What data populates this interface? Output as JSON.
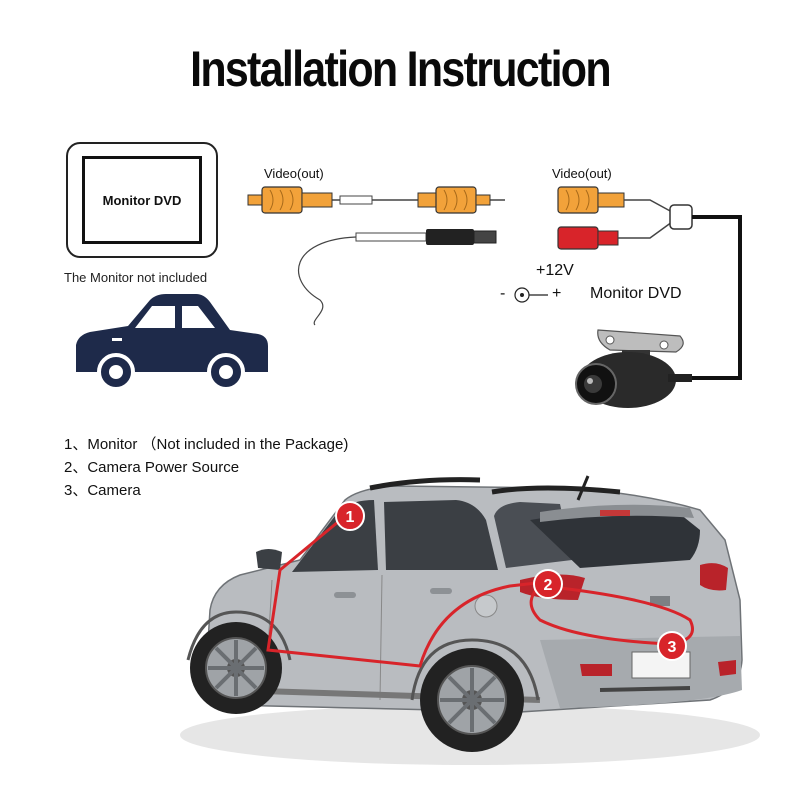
{
  "title": "Installation Instruction",
  "monitor": {
    "screen_label": "Monitor DVD",
    "note": "The  Monitor not included"
  },
  "cable_left": {
    "label": "Video(out)"
  },
  "cable_right": {
    "label": "Video(out)",
    "power_label": "+12V",
    "polarity_minus": "-",
    "polarity_plus": "+",
    "monitor_label": "Monitor DVD"
  },
  "legend": [
    "1、Monitor （Not included in the Package)",
    "2、Camera Power Source",
    "3、Camera"
  ],
  "markers": [
    "1",
    "2",
    "3"
  ],
  "colors": {
    "video_rca": "#f2a23a",
    "power_rca": "#d8242a",
    "route_line": "#d8242a",
    "car_icon": "#1e2a4a",
    "car_body": "#b9bcc0"
  }
}
